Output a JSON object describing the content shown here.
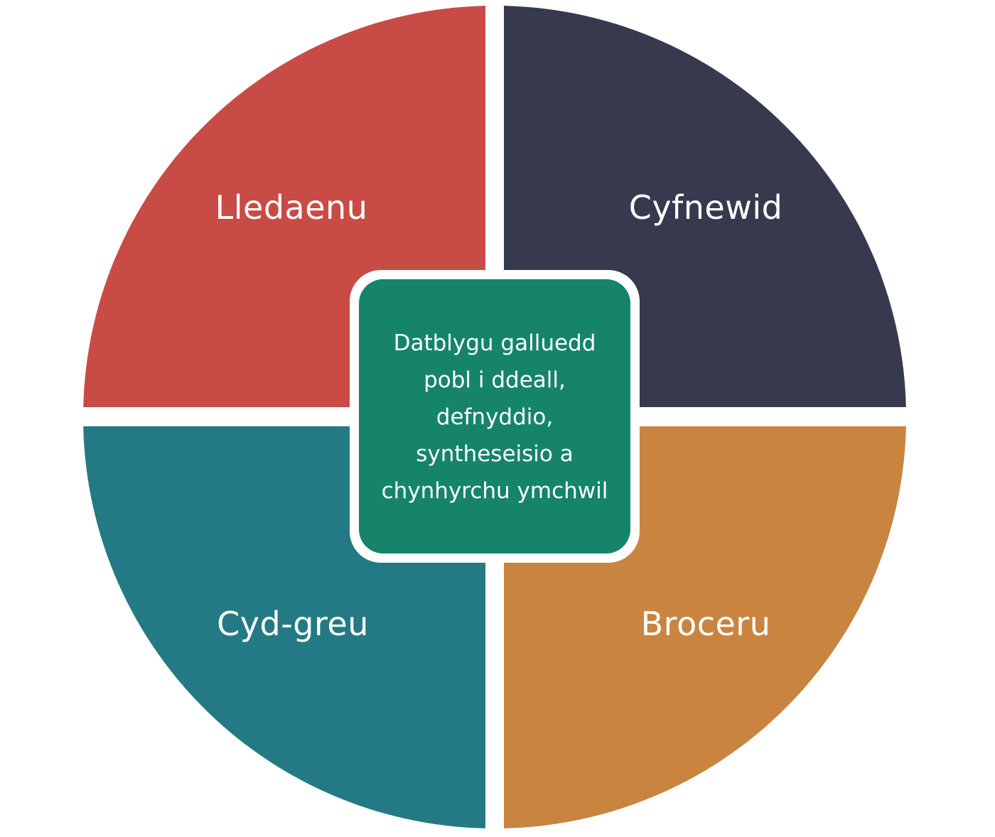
{
  "diagram": {
    "center": {
      "lines": [
        "Datblygu galluedd",
        "pobl i ddeall,",
        "defnyddio,",
        "syntheseisio a",
        "chynhyrchu ymchwil"
      ],
      "color": "#15846a"
    },
    "quadrants": [
      {
        "label": "Lledaenu",
        "position": "top-left",
        "color": "#c84b45"
      },
      {
        "label": "Cyfnewid",
        "position": "top-right",
        "color": "#373a4e"
      },
      {
        "label": "Cyd-greu",
        "position": "bottom-left",
        "color": "#247a84"
      },
      {
        "label": "Broceru",
        "position": "bottom-right",
        "color": "#c98440"
      }
    ]
  }
}
